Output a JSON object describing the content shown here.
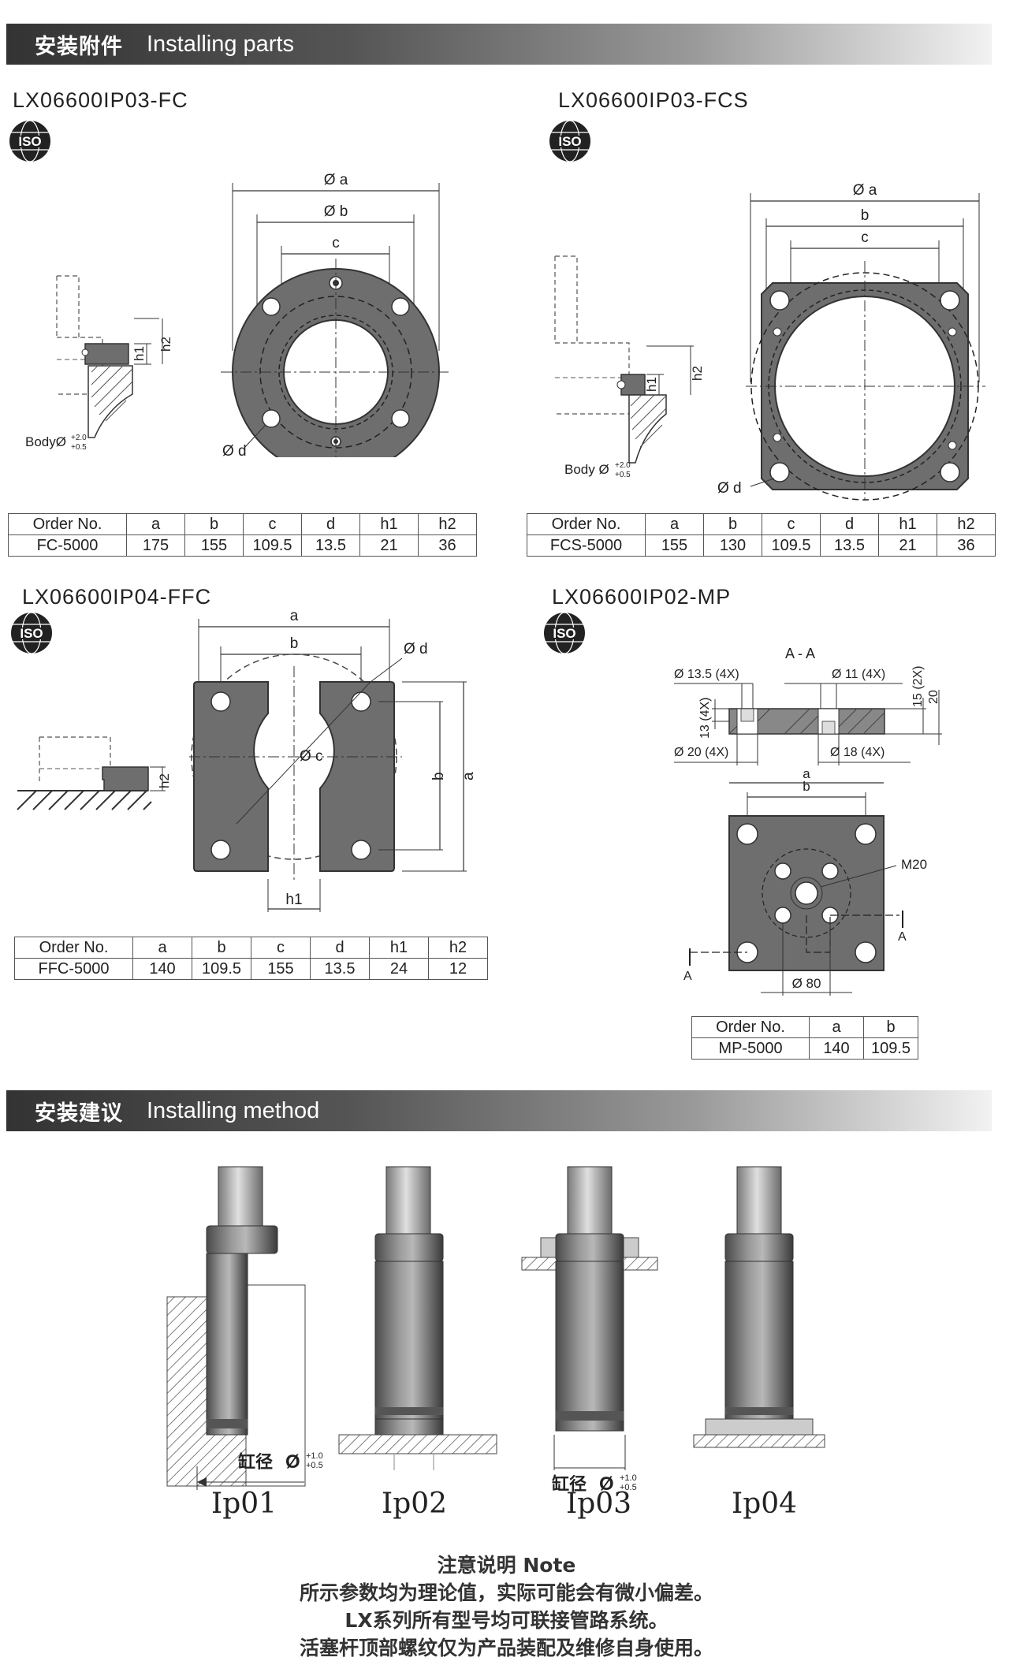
{
  "section1": {
    "title_cn": "安装附件",
    "title_en": "Installing parts"
  },
  "section2": {
    "title_cn": "安装建议",
    "title_en": "Installing method"
  },
  "iso_label": "ISO",
  "fc": {
    "model": "LX06600IP03-FC",
    "labels": {
      "a": "Ø a",
      "b": "Ø b",
      "c": "c",
      "d": "Ø d",
      "h1": "h1",
      "h2": "h2",
      "body": "BodyØ",
      "tol_top": "+2.0",
      "tol_bot": "+0.5"
    },
    "table": {
      "headers": [
        "Order No.",
        "a",
        "b",
        "c",
        "d",
        "h1",
        "h2"
      ],
      "rows": [
        [
          "FC-5000",
          "175",
          "155",
          "109.5",
          "13.5",
          "21",
          "36"
        ]
      ]
    }
  },
  "fcs": {
    "model": "LX06600IP03-FCS",
    "labels": {
      "a": "Ø a",
      "b": "b",
      "c": "c",
      "d": "Ø d",
      "h1": "h1",
      "h2": "h2",
      "body": "Body Ø",
      "tol_top": "+2.0",
      "tol_bot": "+0.5"
    },
    "table": {
      "headers": [
        "Order No.",
        "a",
        "b",
        "c",
        "d",
        "h1",
        "h2"
      ],
      "rows": [
        [
          "FCS-5000",
          "155",
          "130",
          "109.5",
          "13.5",
          "21",
          "36"
        ]
      ]
    }
  },
  "ffc": {
    "model": "LX06600IP04-FFC",
    "labels": {
      "a": "a",
      "b": "b",
      "c": "Ø c",
      "d": "Ø d",
      "h1": "h1",
      "h2": "h2"
    },
    "table": {
      "headers": [
        "Order No.",
        "a",
        "b",
        "c",
        "d",
        "h1",
        "h2"
      ],
      "rows": [
        [
          "FFC-5000",
          "140",
          "109.5",
          "155",
          "13.5",
          "24",
          "12"
        ]
      ]
    }
  },
  "mp": {
    "model": "LX06600IP02-MP",
    "labels": {
      "section": "A - A",
      "d135": "Ø 13.5 (4X)",
      "d11": "Ø 11 (4X)",
      "d20": "Ø 20 (4X)",
      "d18": "Ø 18 (4X)",
      "h13": "13 (4X)",
      "h15": "15 (2X)",
      "h20": "20",
      "a": "a",
      "b": "b",
      "m20": "M20",
      "d80": "Ø 80",
      "A": "A"
    },
    "table": {
      "headers": [
        "Order No.",
        "a",
        "b"
      ],
      "rows": [
        [
          "MP-5000",
          "140",
          "109.5"
        ]
      ]
    }
  },
  "method": {
    "bore_label": "缸径",
    "bore_symbol": "Ø",
    "tol_top": "+1.0",
    "tol_bot": "+0.5",
    "figures": [
      "Ip01",
      "Ip02",
      "Ip03",
      "Ip04"
    ]
  },
  "notes": {
    "title": "注意说明 Note",
    "lines": [
      "所示参数均为理论值，实际可能会有微小偏差。",
      "LX系列所有型号均可联接管路系统。",
      "活塞杆顶部螺纹仅为产品装配及维修自身使用。"
    ]
  }
}
